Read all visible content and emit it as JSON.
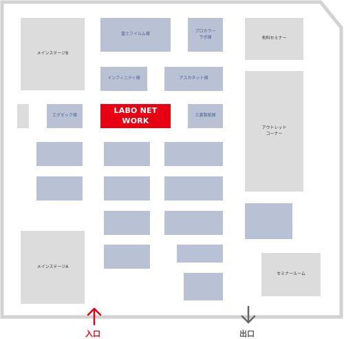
{
  "colors": {
    "floor_outline": "#d2d2d2",
    "gray_room": "#dcdcdc",
    "booth": "#b9c1d4",
    "booth_text": "#4a5f91",
    "logo_bg": "#e60012",
    "entrance": "#e60012",
    "exit": "#666666"
  },
  "rooms": {
    "main_stage_b": "メインステージB",
    "main_stage_a": "メインステージA",
    "paid_seminar": "有料セミナー",
    "outlet_corner": "アウトレット\nコーナー",
    "seminar_room": "セミナールーム"
  },
  "booths": {
    "fujifilm": "富士フイルム様",
    "pro_color_lab": "プロカラー\nラボ様",
    "infinity": "インフィニティ様",
    "ascanet": "アスカネット様",
    "egzec": "エグゼック様",
    "sanryo": "三菱製紙様"
  },
  "logo": {
    "text": "LABO NET WORK"
  },
  "entrance": {
    "label": "入口",
    "icon": "arrow-up-icon"
  },
  "exit": {
    "label": "出口",
    "icon": "arrow-down-icon"
  }
}
